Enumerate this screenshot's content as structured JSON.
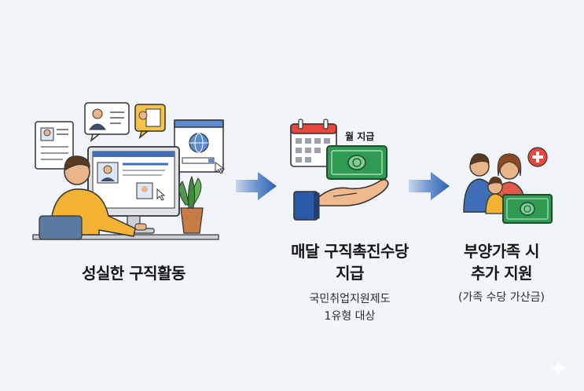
{
  "steps": [
    {
      "title_lines": [
        "성실한 구직활동"
      ],
      "subtitle_lines": []
    },
    {
      "title_lines": [
        "매달 구직촉진수당",
        "지급"
      ],
      "subtitle_lines": [
        "국민취업지원제도",
        "1유형 대상"
      ],
      "badge": "월 지급"
    },
    {
      "title_lines": [
        "부양가족 시",
        "추가 지원"
      ],
      "subtitle_lines": [
        "(가족 수당 가산금)"
      ]
    }
  ],
  "colors": {
    "background": "#f1f4f8",
    "arrow": "#2f63b0",
    "money": "#2f9a52",
    "sweater": "#f2b233",
    "plus_badge": "#e8473c"
  }
}
